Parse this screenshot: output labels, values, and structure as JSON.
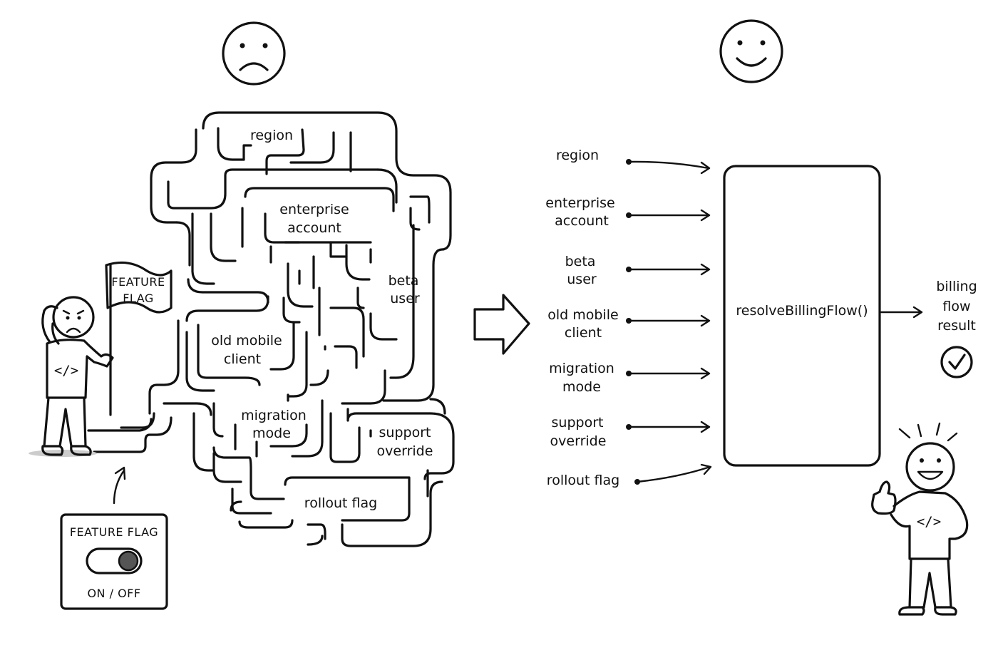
{
  "maze": {
    "labels": {
      "region": "region",
      "enterprise_1": "enterprise",
      "enterprise_2": "account",
      "beta_1": "beta",
      "beta_2": "user",
      "oldmobile_1": "old mobile",
      "oldmobile_2": "client",
      "migration_1": "migration",
      "migration_2": "mode",
      "support_1": "support",
      "support_2": "override",
      "rollout": "rollout flag"
    },
    "flag_1": "FEATURE",
    "flag_2": "FLAG",
    "toggle_title": "FEATURE FLAG",
    "toggle_caption": "ON / OFF"
  },
  "resolver": {
    "inputs": [
      {
        "line1": "region",
        "line2": ""
      },
      {
        "line1": "enterprise",
        "line2": "account"
      },
      {
        "line1": "beta",
        "line2": "user"
      },
      {
        "line1": "old mobile",
        "line2": "client"
      },
      {
        "line1": "migration",
        "line2": "mode"
      },
      {
        "line1": "support",
        "line2": "override"
      },
      {
        "line1": "rollout flag",
        "line2": ""
      }
    ],
    "function_name": "resolveBillingFlow()",
    "output_1": "billing",
    "output_2": "flow",
    "output_3": "result"
  },
  "colors": {
    "ink": "#111111",
    "background": "#ffffff"
  }
}
